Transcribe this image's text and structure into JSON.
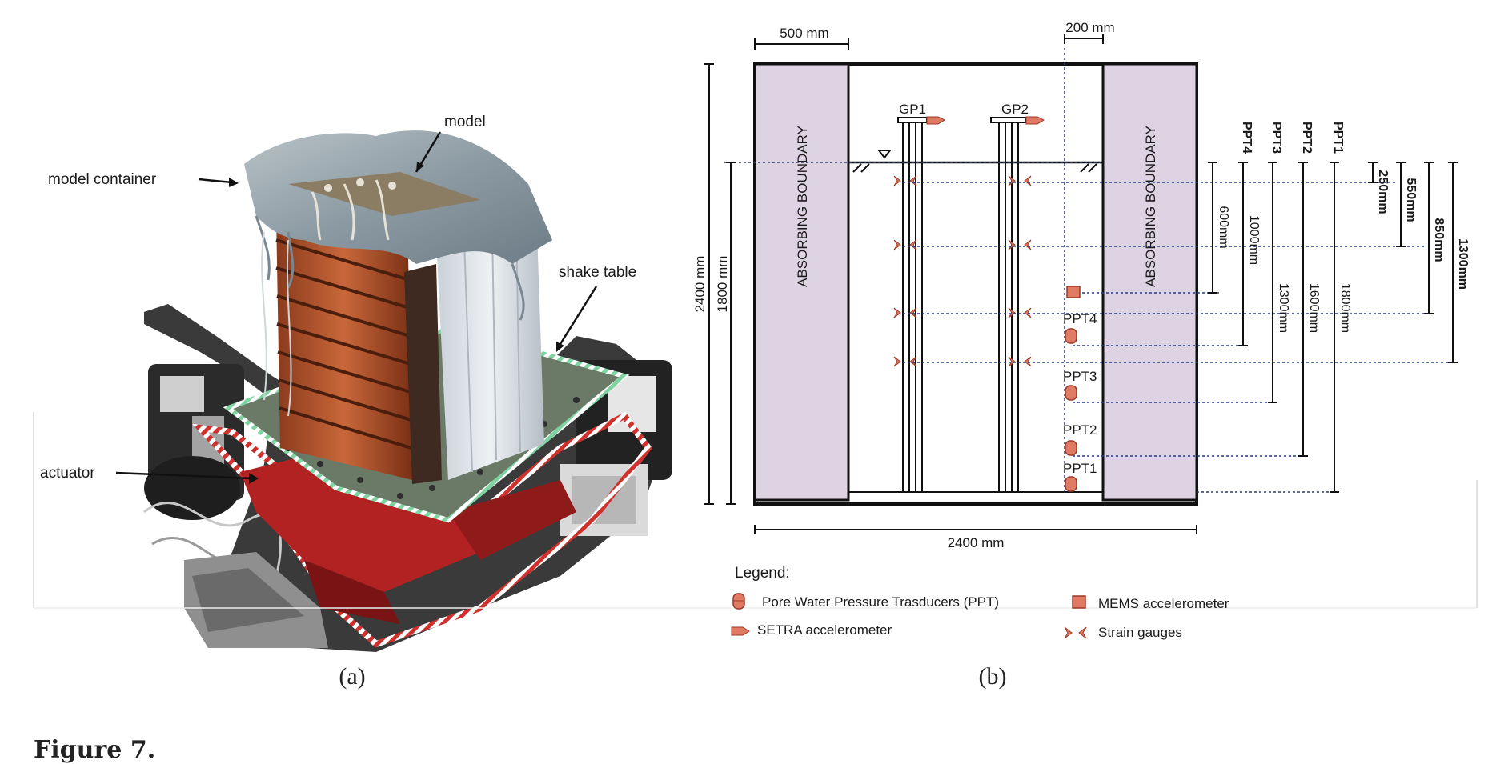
{
  "panel_a": {
    "label": "(a)",
    "annotations": {
      "model": "model",
      "model_container": "model container",
      "shake_table": "shake table",
      "actuator": "actuator"
    }
  },
  "panel_b": {
    "label": "(b)",
    "dims": {
      "boundary_width": "500 mm",
      "gap_width": "200 mm",
      "total_width": "2400 mm",
      "total_height": "2400 mm",
      "soil_height": "1800 mm"
    },
    "boundary_text": "ABSORBING BOUNDARY",
    "piles": [
      "GP1",
      "GP2"
    ],
    "ppts": [
      "PPT4",
      "PPT3",
      "PPT2",
      "PPT1"
    ],
    "ppt_depths": [
      "1000mm",
      "1300mm",
      "1600mm",
      "1800mm"
    ],
    "gauge_depths": [
      "250mm",
      "550mm",
      "850mm",
      "1300mm"
    ],
    "mems_depth": "600mm",
    "legend": {
      "title": "Legend:",
      "ppt": "Pore Water Pressure Trasducers (PPT)",
      "mems": "MEMS accelerometer",
      "setra": "SETRA accelerometer",
      "strain": "Strain gauges"
    }
  },
  "caption": "Figure 7."
}
